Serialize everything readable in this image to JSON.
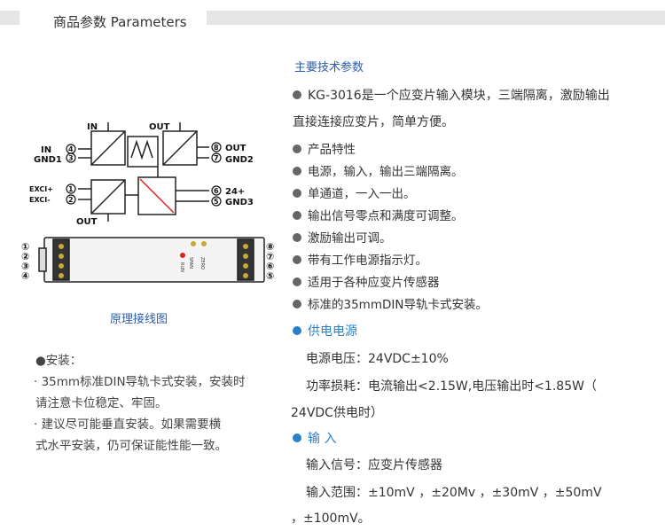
{
  "header": {
    "title": "商品参数 Parameters"
  },
  "diagram": {
    "labels": {
      "in_top": "IN",
      "out_top": "OUT",
      "in": "IN",
      "gnd1": "GND1",
      "out": "OUT",
      "gnd2": "GND2",
      "exci_plus": "EXCI+",
      "exci_minus": "EXCI-",
      "v24": "24+",
      "gnd3": "GND3",
      "out_bottom": "OUT",
      "n1": "1",
      "n2": "2",
      "n3": "3",
      "n4": "4",
      "n5": "5",
      "n6": "6",
      "n7": "7",
      "n8": "8",
      "span": "SPAN",
      "zero": "ZERO",
      "run": "RUN"
    },
    "caption": "原理接线图"
  },
  "install": {
    "head": "●安装：",
    "line1": "· 35mm标准DIN导轨卡式安装，安装时",
    "line2": "请注意卡位稳定、牢固。",
    "line3": "· 建议尽可能垂直安装。如果需要横",
    "line4": "式水平安装，仍可保证能性能一致。"
  },
  "main": {
    "title": "主要技术参数",
    "intro1": "KG-3016是一个应变片输入模块，三端隔离，激励输出",
    "intro2": "直接连接应变片，简单方便。",
    "features": [
      "产品特性",
      "电源，输入，输出三端隔离。",
      "单通道，一入一出。",
      "输出信号零点和满度可调整。",
      "激励输出可调。",
      "带有工作电源指示灯。",
      "适用于各种应变片传感器",
      "标准的35mmDIN导轨卡式安装。"
    ],
    "power": {
      "head": "供电电源",
      "voltage": "电源电压：24VDC±10%",
      "consumption1": "功率损耗：电流输出<2.15W,电压输出时<1.85W（",
      "consumption2": "24VDC供电时）"
    },
    "input": {
      "head": "输 入",
      "signal": "输入信号：应变片传感器",
      "range1": "输入范围：±10mV ，±20Mv ，±30mV ，±50mV",
      "range2": "，±100mV。"
    }
  }
}
